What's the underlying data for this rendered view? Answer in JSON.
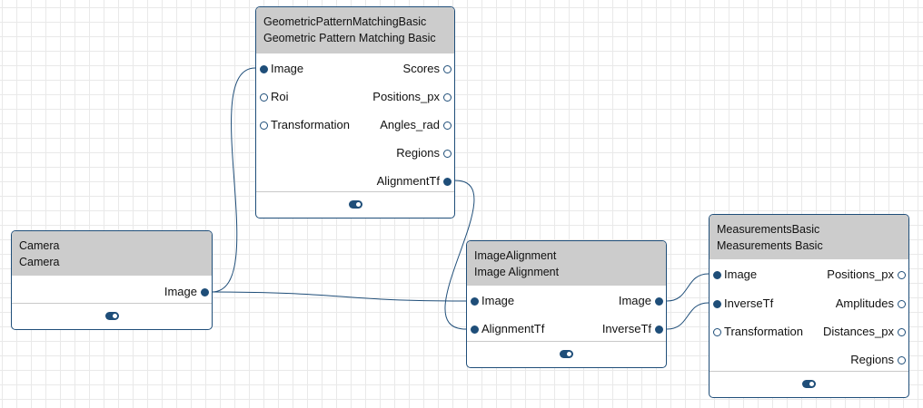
{
  "colors": {
    "accent": "#1f4e79",
    "header_bg": "#cccccc",
    "grid": "#e9e9e9"
  },
  "nodes": {
    "gpm": {
      "type_name": "GeometricPatternMatchingBasic",
      "display_name": "Geometric Pattern Matching Basic",
      "inputs": [
        "Image",
        "Roi",
        "Transformation"
      ],
      "outputs": [
        "Scores",
        "Positions_px",
        "Angles_rad",
        "Regions",
        "AlignmentTf"
      ],
      "enabled": true
    },
    "camera": {
      "type_name": "Camera",
      "display_name": "Camera",
      "outputs": [
        "Image"
      ],
      "enabled": true
    },
    "align": {
      "type_name": "ImageAlignment",
      "display_name": "Image Alignment",
      "inputs": [
        "Image",
        "AlignmentTf"
      ],
      "outputs": [
        "Image",
        "InverseTf"
      ],
      "enabled": true
    },
    "meas": {
      "type_name": "MeasurementsBasic",
      "display_name": "Measurements Basic",
      "inputs": [
        "Image",
        "InverseTf",
        "Transformation"
      ],
      "outputs": [
        "Positions_px",
        "Amplitudes",
        "Distances_px",
        "Regions"
      ],
      "enabled": true
    }
  },
  "connections": [
    {
      "from": "Camera.Image",
      "to": "GeometricPatternMatchingBasic.Image"
    },
    {
      "from": "Camera.Image",
      "to": "ImageAlignment.Image"
    },
    {
      "from": "GeometricPatternMatchingBasic.AlignmentTf",
      "to": "ImageAlignment.AlignmentTf"
    },
    {
      "from": "ImageAlignment.Image",
      "to": "MeasurementsBasic.Image"
    },
    {
      "from": "ImageAlignment.InverseTf",
      "to": "MeasurementsBasic.InverseTf"
    }
  ]
}
